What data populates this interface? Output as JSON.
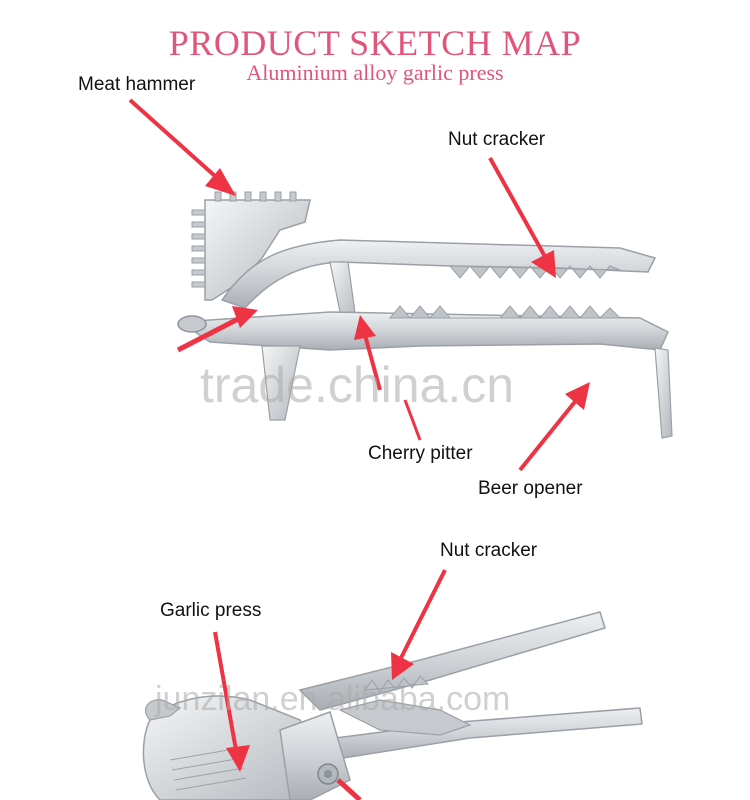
{
  "header": {
    "title": "PRODUCT SKETCH MAP",
    "subtitle": "Aluminium alloy garlic press"
  },
  "labels": {
    "meat_hammer": "Meat hammer",
    "nut_cracker_top": "Nut cracker",
    "cherry_pitter": "Cherry pitter",
    "beer_opener": "Beer opener",
    "nut_cracker_bottom": "Nut cracker",
    "garlic_press": "Garlic press"
  },
  "watermarks": {
    "top": "trade.china.cn",
    "bottom": "junzilan.en.alibaba.com"
  },
  "colors": {
    "title": "#e2557a",
    "arrow": "#ee3344",
    "metal": "#d3d6da",
    "metal_edge": "#9aa0a6"
  }
}
